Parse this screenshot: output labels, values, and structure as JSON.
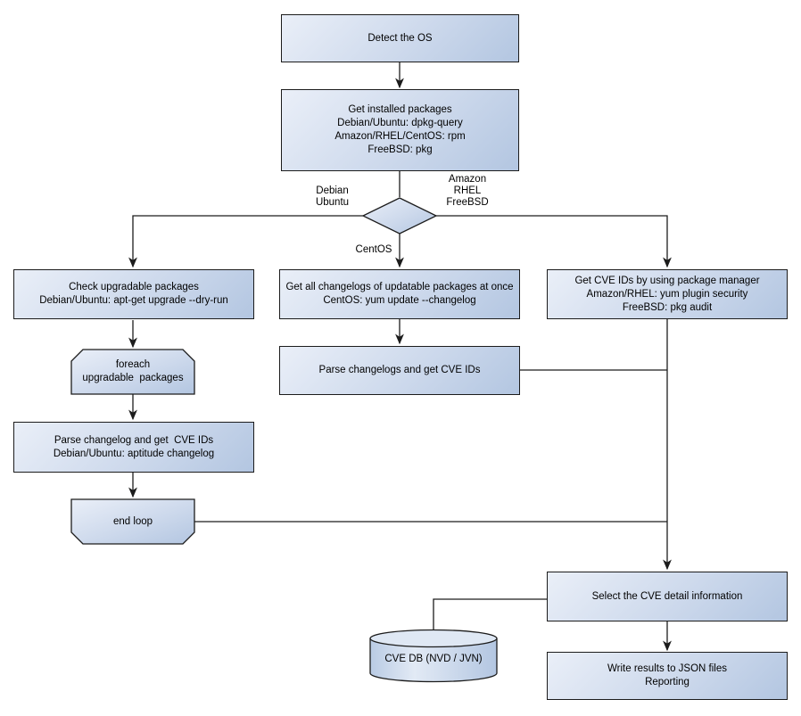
{
  "diagram": {
    "type": "flowchart",
    "background": "#ffffff",
    "colors": {
      "node_fill_light": "#eaeff8",
      "node_fill_dark": "#b3c6e1",
      "node_border": "#1c1c1c",
      "connector": "#1c1c1c",
      "text": "#000000"
    },
    "nodes": {
      "detect_os": {
        "shape": "rect",
        "label": "Detect the OS"
      },
      "get_installed_packages": {
        "shape": "rect",
        "label": "Get installed packages\nDebian/Ubuntu: dpkg-query\nAmazon/RHEL/CentOS: rpm\nFreeBSD: pkg"
      },
      "os_decision": {
        "shape": "diamond",
        "label": ""
      },
      "check_upgradable_packages": {
        "shape": "rect",
        "label": "Check upgradable packages\nDebian/Ubuntu: apt-get upgrade --dry-run"
      },
      "foreach_loop": {
        "shape": "loop-start",
        "label": "foreach\nupgradable  packages"
      },
      "parse_changelog_get_cve": {
        "shape": "rect",
        "label": "Parse changelog and get  CVE IDs\nDebian/Ubuntu: aptitude changelog"
      },
      "end_loop": {
        "shape": "loop-end",
        "label": "end loop"
      },
      "get_all_changelogs": {
        "shape": "rect",
        "label": "Get all changelogs of updatable packages at once\nCentOS: yum update --changelog"
      },
      "parse_changelogs_get_cve": {
        "shape": "rect",
        "label": "Parse changelogs and get CVE IDs"
      },
      "get_cve_by_package_manager": {
        "shape": "rect",
        "label": "Get CVE IDs by using package manager\nAmazon/RHEL: yum plugin security\nFreeBSD: pkg audit"
      },
      "select_cve_detail": {
        "shape": "rect",
        "label": "Select the CVE detail information"
      },
      "cve_db": {
        "shape": "cylinder",
        "label": "CVE DB (NVD / JVN)"
      },
      "write_results": {
        "shape": "rect",
        "label": "Write results to JSON files\nReporting"
      }
    },
    "edge_labels": {
      "debian_ubuntu": "Debian\nUbuntu",
      "amazon_rhel_freebsd": "Amazon\nRHEL\nFreeBSD",
      "centos": "CentOS"
    }
  }
}
